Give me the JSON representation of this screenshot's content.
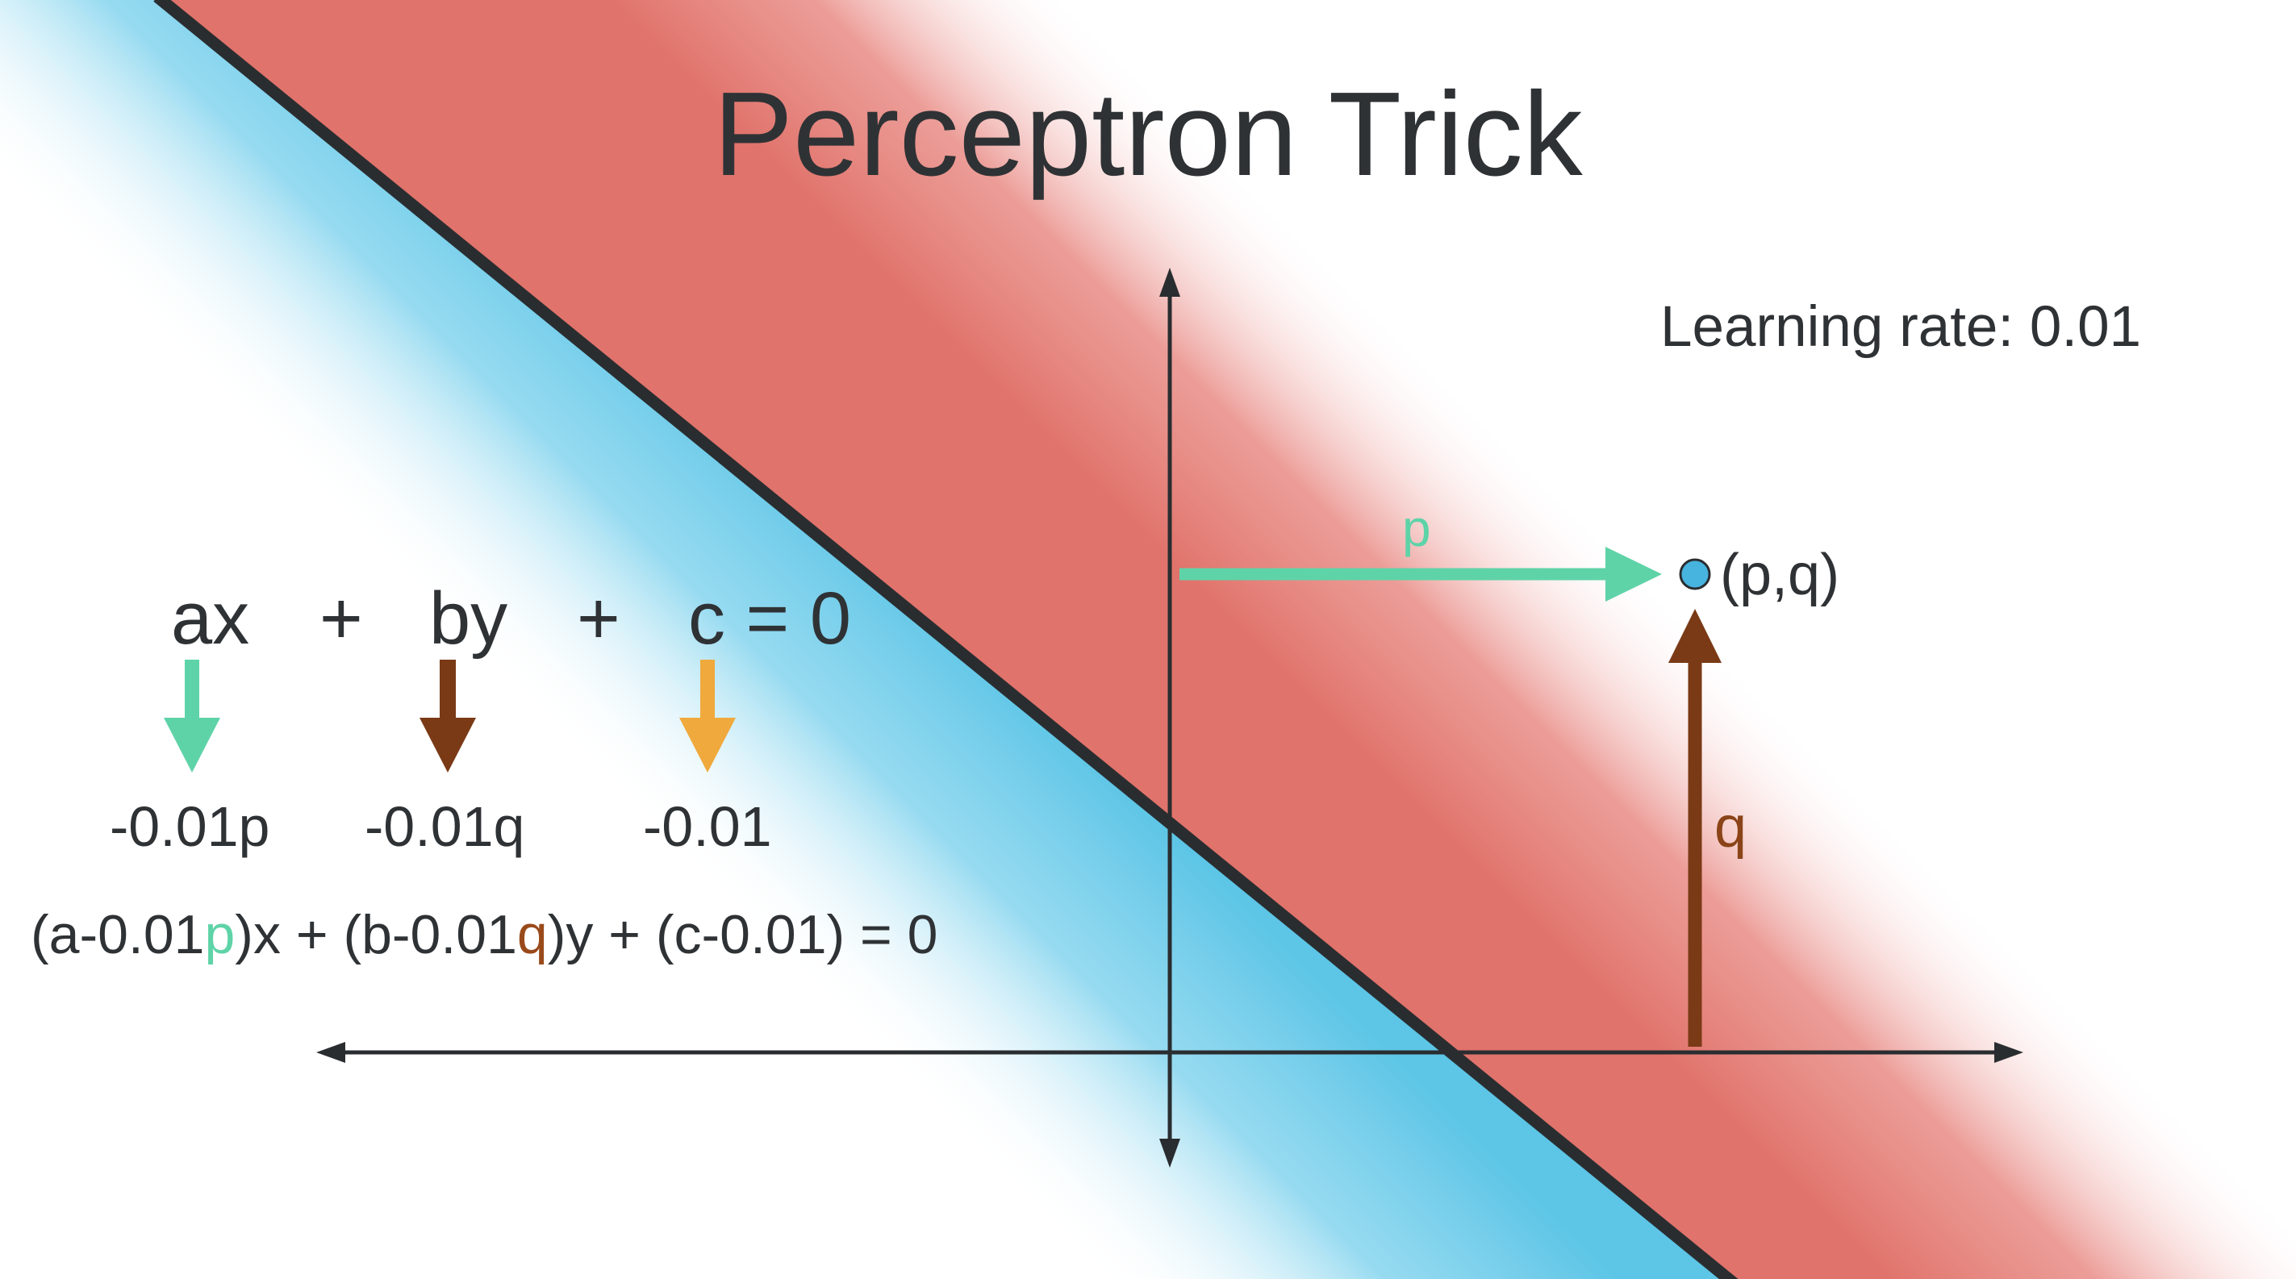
{
  "title": "Perceptron Trick",
  "learning_rate_text": "Learning rate: 0.01",
  "equation": {
    "term_ax": "ax",
    "plus_1": "+",
    "term_by": "by",
    "plus_2": "+",
    "term_c": "c = 0"
  },
  "updates": {
    "a": "-0.01p",
    "b": "-0.01q",
    "c": "-0.01"
  },
  "new_equation": {
    "part1": "(a-0.01",
    "p": "p",
    "part2": ")x + (b-0.01",
    "q": "q",
    "part3": ")y + (c-0.01) = 0"
  },
  "point": {
    "label": "(p,q)",
    "p_label": "p",
    "q_label": "q"
  },
  "colors": {
    "positive_region": "#e0736b",
    "negative_region": "#5dc5e6",
    "boundary_line": "#2a2d30",
    "arrow_green": "#5fd3a8",
    "arrow_brown": "#7a3a16",
    "arrow_orange": "#f0a93c",
    "point": "#47b3df",
    "text": "#2f3235"
  }
}
